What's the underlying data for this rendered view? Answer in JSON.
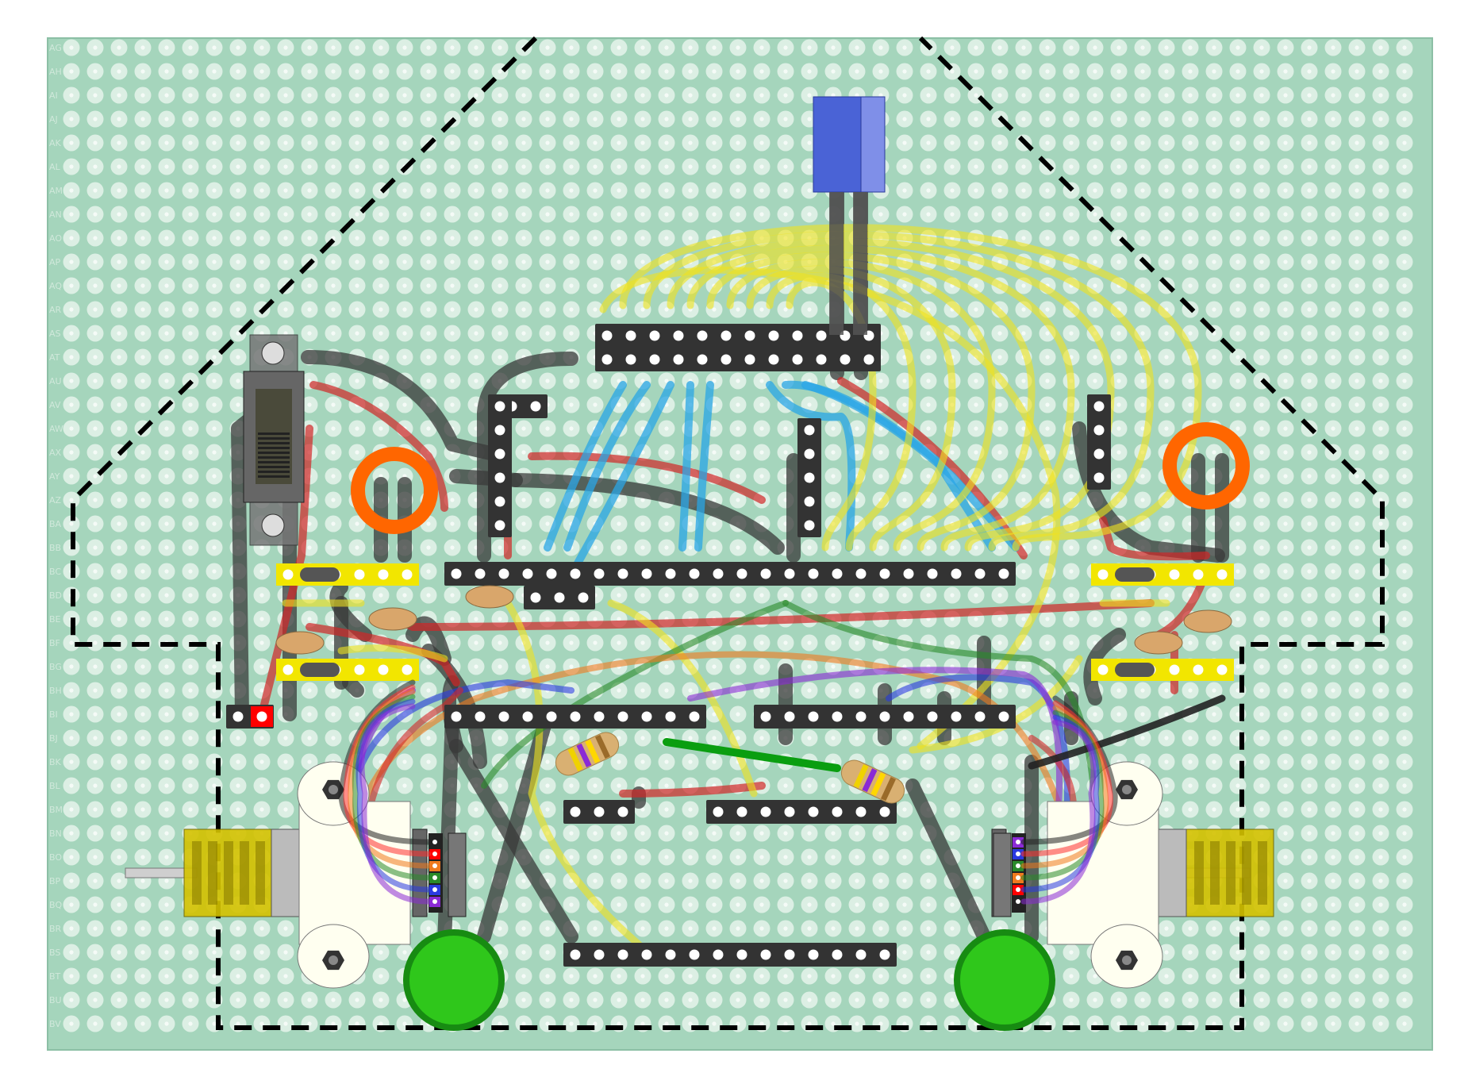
{
  "colors": {
    "background": "#ffffff",
    "board": "#a5d5bc",
    "hole": "#dcefe4",
    "hole_center": "#f5fbf7",
    "row_label": "#cfe8da",
    "header": "#333333",
    "pin": "#ffffff",
    "wire_grey": "#3a3a3a",
    "wire_red": "#d02626",
    "wire_blue": "#2aa6e6",
    "wire_yellow": "#f0e21e",
    "wire_green": "#2a8a2a",
    "wire_orange": "#f07a1e",
    "wire_purple": "#8a2ad6",
    "wire_deepblue": "#2a3ae0",
    "ring": "#ff6600",
    "yellow_strip": "#f2e600",
    "wheel": "#2fc71b",
    "wheel_rim": "#178b12",
    "resistor_body": "#d9b072",
    "capacitor": "#d9a66b",
    "connector_blue": "#4a63d6",
    "servo_body": "#fffff0",
    "gearbox": "#d4c200",
    "bright_green_wire": "#0a9e10",
    "outline_dashed": "#000000"
  },
  "row_labels": [
    "AG",
    "AH",
    "AI",
    "AJ",
    "AK",
    "AL",
    "AM",
    "AN",
    "AO",
    "AP",
    "AQ",
    "AR",
    "AS",
    "AT",
    "AU",
    "AV",
    "AW",
    "AX",
    "AY",
    "AZ",
    "BA",
    "BB",
    "BC",
    "BD",
    "BE",
    "BF",
    "BG",
    "BH",
    "BI",
    "BJ",
    "BK",
    "BL",
    "BM",
    "BN",
    "BO",
    "BP",
    "BQ",
    "BR",
    "BS",
    "BT",
    "BU",
    "BV"
  ],
  "components": {
    "board": "stripboard",
    "slide_switch": "slide-switch-icon",
    "power_connector": "power-connector-icon",
    "blue_connector": "blue-connector-icon",
    "left_wheel": "wheel-icon",
    "right_wheel": "wheel-icon",
    "left_motor": "gear-motor-icon",
    "right_motor": "gear-motor-icon",
    "left_ring": "orange-ring-icon",
    "right_ring": "orange-ring-icon"
  }
}
